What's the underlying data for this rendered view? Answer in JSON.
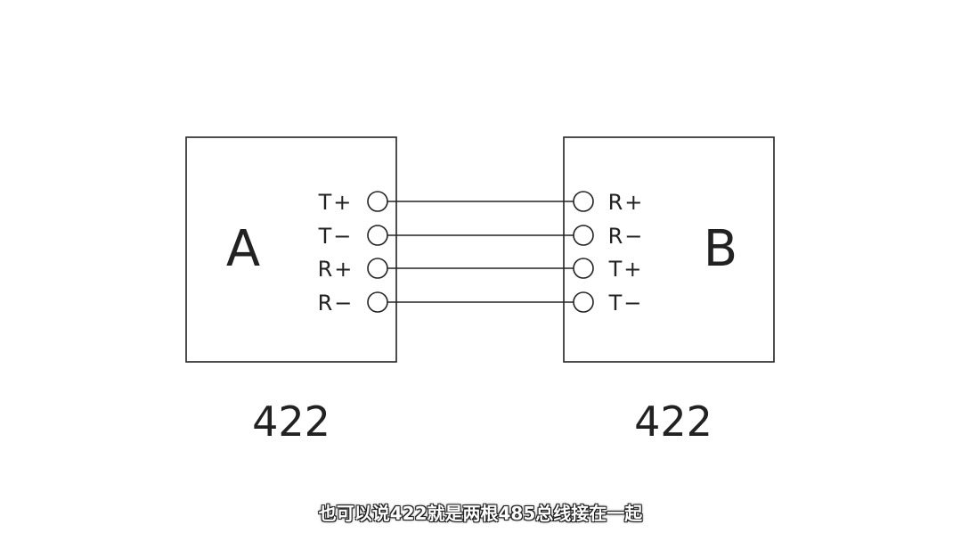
{
  "diagram": {
    "device_a": {
      "letter": "A",
      "pins": [
        "T+",
        "T−",
        "R+",
        "R−"
      ],
      "standard": "422"
    },
    "device_b": {
      "letter": "B",
      "pins": [
        "R+",
        "R−",
        "T+",
        "T−"
      ],
      "standard": "422"
    },
    "connections": [
      {
        "from": "T+",
        "to": "R+"
      },
      {
        "from": "T−",
        "to": "R−"
      },
      {
        "from": "R+",
        "to": "T+"
      },
      {
        "from": "R−",
        "to": "T−"
      }
    ]
  },
  "caption": {
    "text": "也可以说422就是两根485总线接在一起"
  }
}
